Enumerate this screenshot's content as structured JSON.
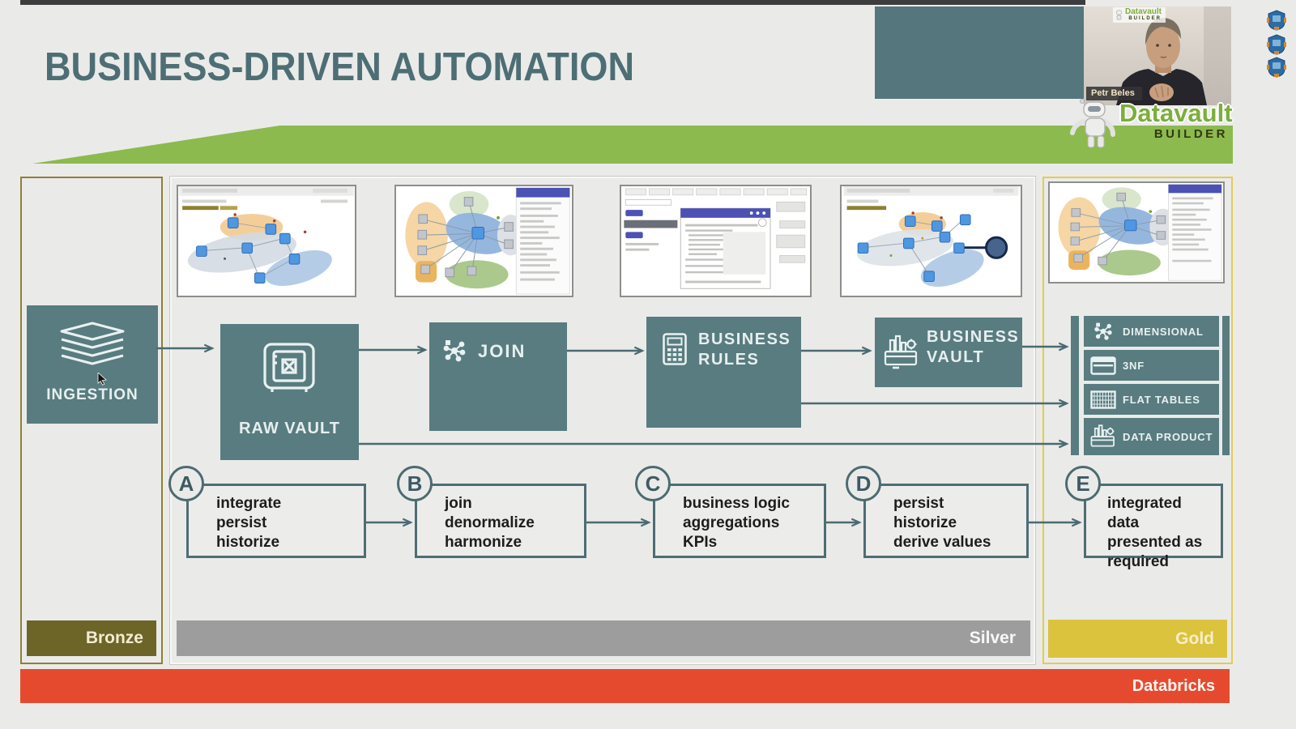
{
  "slide": {
    "title": "BUSINESS-DRIVEN AUTOMATION",
    "footer_vendor": "Databricks"
  },
  "branding": {
    "logo_name": "Datavault",
    "logo_sub": "BUILDER",
    "webcam_logo_name": "Datavault",
    "webcam_logo_sub": "BUILDER",
    "presenter_name": "Petr Beles"
  },
  "layers": {
    "bronze": {
      "label": "Bronze"
    },
    "silver": {
      "label": "Silver"
    },
    "gold": {
      "label": "Gold"
    }
  },
  "pipeline": {
    "ingestion": "INGESTION",
    "raw_vault": "RAW VAULT",
    "join": "JOIN",
    "business_rules": "BUSINESS\nRULES",
    "business_vault": "BUSINESS\nVAULT"
  },
  "outputs": [
    {
      "label": "DIMENSIONAL",
      "icon": "network-nodes-icon"
    },
    {
      "label": "3NF",
      "icon": "table-window-icon"
    },
    {
      "label": "FLAT TABLES",
      "icon": "grid-table-icon"
    },
    {
      "label": "DATA PRODUCT",
      "icon": "product-basket-icon"
    }
  ],
  "steps": [
    {
      "letter": "A",
      "text": "integrate\npersist\nhistorize"
    },
    {
      "letter": "B",
      "text": "join\ndenormalize\nharmonize"
    },
    {
      "letter": "C",
      "text": "business logic\naggregations\nKPIs"
    },
    {
      "letter": "D",
      "text": "persist\nhistorize\nderive values"
    },
    {
      "letter": "E",
      "text": "integrated data\npresented as\nrequired"
    }
  ],
  "colors": {
    "teal_box": "#587c80",
    "title_teal": "#4d6e74",
    "banner_green": "#8cba4e",
    "bronze_bar": "#6d6428",
    "bronze_border": "#8f8034",
    "silver_bar": "#9d9d9d",
    "gold_bar": "#dcc33d",
    "gold_border": "#e3cc50",
    "databricks_red": "#e64a2e",
    "arrow": "#4a6a70",
    "background": "#eaebe9"
  }
}
